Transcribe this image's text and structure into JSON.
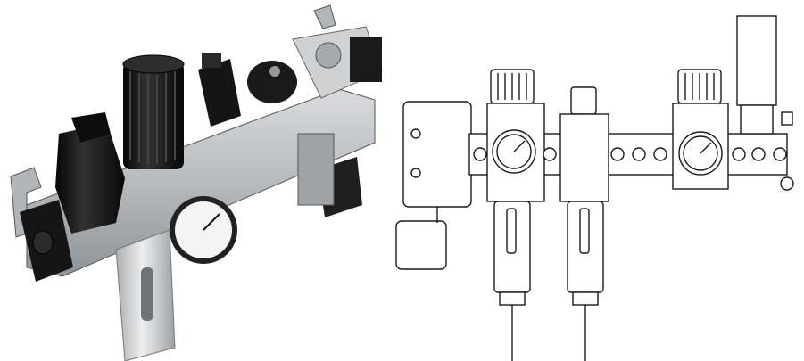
{
  "image": {
    "description_free": true,
    "left_panel": {
      "kind": "photograph",
      "subject_icon": "air-service-unit-photo",
      "components": [
        {
          "name": "filter-regulator",
          "color": "#1a1a1a"
        },
        {
          "name": "on-off-valve",
          "color": "#222222"
        },
        {
          "name": "pressure-gauge",
          "color": "#f2f2f2"
        },
        {
          "name": "soft-start-valve",
          "color": "#cfd2d4"
        },
        {
          "name": "solenoid-coil",
          "color": "#1f1f1f"
        }
      ],
      "colors": {
        "body": "#b9bec2",
        "black": "#111111",
        "gauge": "#f4f4f4",
        "bowl": "#d6d9db"
      }
    },
    "right_panel": {
      "kind": "line-drawing",
      "subject_icon": "air-service-unit-drawing",
      "colors": {
        "line": "#1a1a1a",
        "fill": "#ffffff"
      }
    }
  }
}
